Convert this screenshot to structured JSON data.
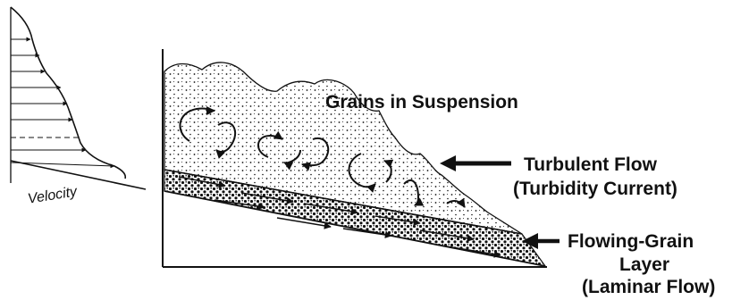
{
  "labels": {
    "velocity": "Velocity",
    "grains_in_suspension": "Grains in Suspension",
    "turbulent_flow": "Turbulent Flow",
    "turbidity_current": "(Turbidity Current)",
    "flowing_grain": "Flowing-Grain",
    "layer": "Layer",
    "laminar_flow": "(Laminar Flow)"
  },
  "colors": {
    "ink": "#111111",
    "background": "#ffffff"
  }
}
